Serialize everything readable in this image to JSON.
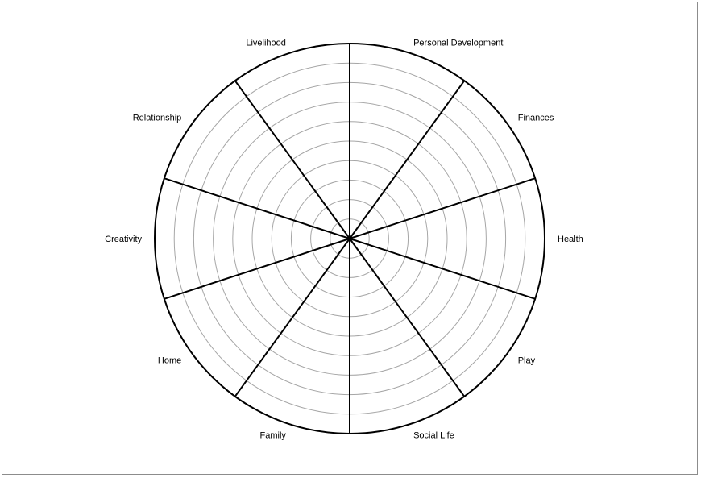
{
  "chart_data": {
    "type": "radar",
    "title": "",
    "categories": [
      "Personal Development",
      "Finances",
      "Health",
      "Play",
      "Social Life",
      "Family",
      "Home",
      "Creativity",
      "Relationship",
      "Livelihood"
    ],
    "rings": 10,
    "scale": [
      0,
      10
    ],
    "series": [],
    "grid": true,
    "colors": {
      "spoke": "#000000",
      "ring": "#a6a6a6",
      "outer": "#000000",
      "border": "#8c8c8c"
    }
  }
}
